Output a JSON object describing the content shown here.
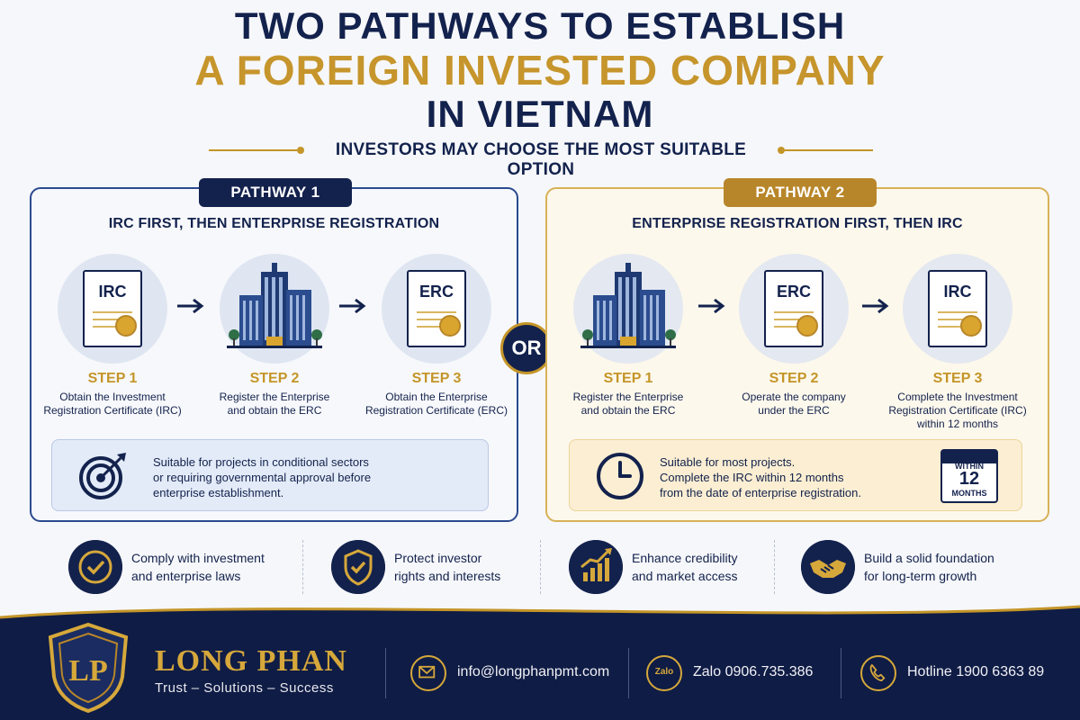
{
  "title": {
    "line1": "TWO PATHWAYS TO ESTABLISH",
    "line2": "A FOREIGN INVESTED COMPANY",
    "line3": "IN VIETNAM",
    "subtitle": "INVESTORS MAY CHOOSE THE MOST SUITABLE OPTION"
  },
  "colors": {
    "navy": "#13224d",
    "gold": "#c49528"
  },
  "pathway1": {
    "badge": "PATHWAY 1",
    "heading": "IRC FIRST,  THEN ENTERPRISE REGISTRATION",
    "steps": [
      {
        "icon": "irc-document-icon",
        "doc_label": "IRC",
        "label": "STEP 1",
        "desc_line1": "Obtain the Investment",
        "desc_line2": "Registration Certificate (IRC)"
      },
      {
        "icon": "building-icon",
        "label": "STEP 2",
        "desc_line1": "Register the Enterprise",
        "desc_line2": "and obtain the ERC"
      },
      {
        "icon": "erc-document-icon",
        "doc_label": "ERC",
        "label": "STEP 3",
        "desc_line1": "Obtain the Enterprise",
        "desc_line2": "Registration Certificate (ERC)"
      }
    ],
    "note_icon": "target-icon",
    "note_line1": "Suitable for projects in conditional sectors",
    "note_line2": "or requiring governmental approval before",
    "note_line3": "enterprise establishment."
  },
  "or_label": "OR",
  "pathway2": {
    "badge": "PATHWAY 2",
    "heading": "ENTERPRISE REGISTRATION FIRST, THEN IRC",
    "steps": [
      {
        "icon": "building-icon",
        "label": "STEP 1",
        "desc_line1": "Register the Enterprise",
        "desc_line2": "and obtain the ERC"
      },
      {
        "icon": "erc-document-icon",
        "doc_label": "ERC",
        "label": "STEP 2",
        "desc_line1": "Operate the company",
        "desc_line2": "under the ERC"
      },
      {
        "icon": "irc-document-icon",
        "doc_label": "IRC",
        "label": "STEP 3",
        "desc_line1": "Complete the Investment",
        "desc_line2": "Registration Certificate (IRC)",
        "desc_line3": "within 12 months"
      }
    ],
    "note_icon": "clock-icon",
    "note_line1": "Suitable for most projects.",
    "note_line2": "Complete the IRC within 12 months",
    "note_line3": "from the date of enterprise registration.",
    "calendar": {
      "top": "WITHIN",
      "number": "12",
      "bottom": "MONTHS"
    }
  },
  "benefits": [
    {
      "icon": "checkmark-icon",
      "line1": "Comply with investment",
      "line2": "and enterprise laws"
    },
    {
      "icon": "shield-check-icon",
      "line1": "Protect investor",
      "line2": "rights and interests"
    },
    {
      "icon": "growth-chart-icon",
      "line1": "Enhance credibility",
      "line2": "and market access"
    },
    {
      "icon": "handshake-icon",
      "line1": "Build a solid foundation",
      "line2": "for long-term growth"
    }
  ],
  "footer": {
    "brand": "LONG PHAN",
    "tagline": "Trust – Solutions – Success",
    "email": "info@longphanpmt.com",
    "zalo_badge": "Zalo",
    "zalo": "Zalo 0906.735.386",
    "hotline": "Hotline 1900 6363 89"
  }
}
